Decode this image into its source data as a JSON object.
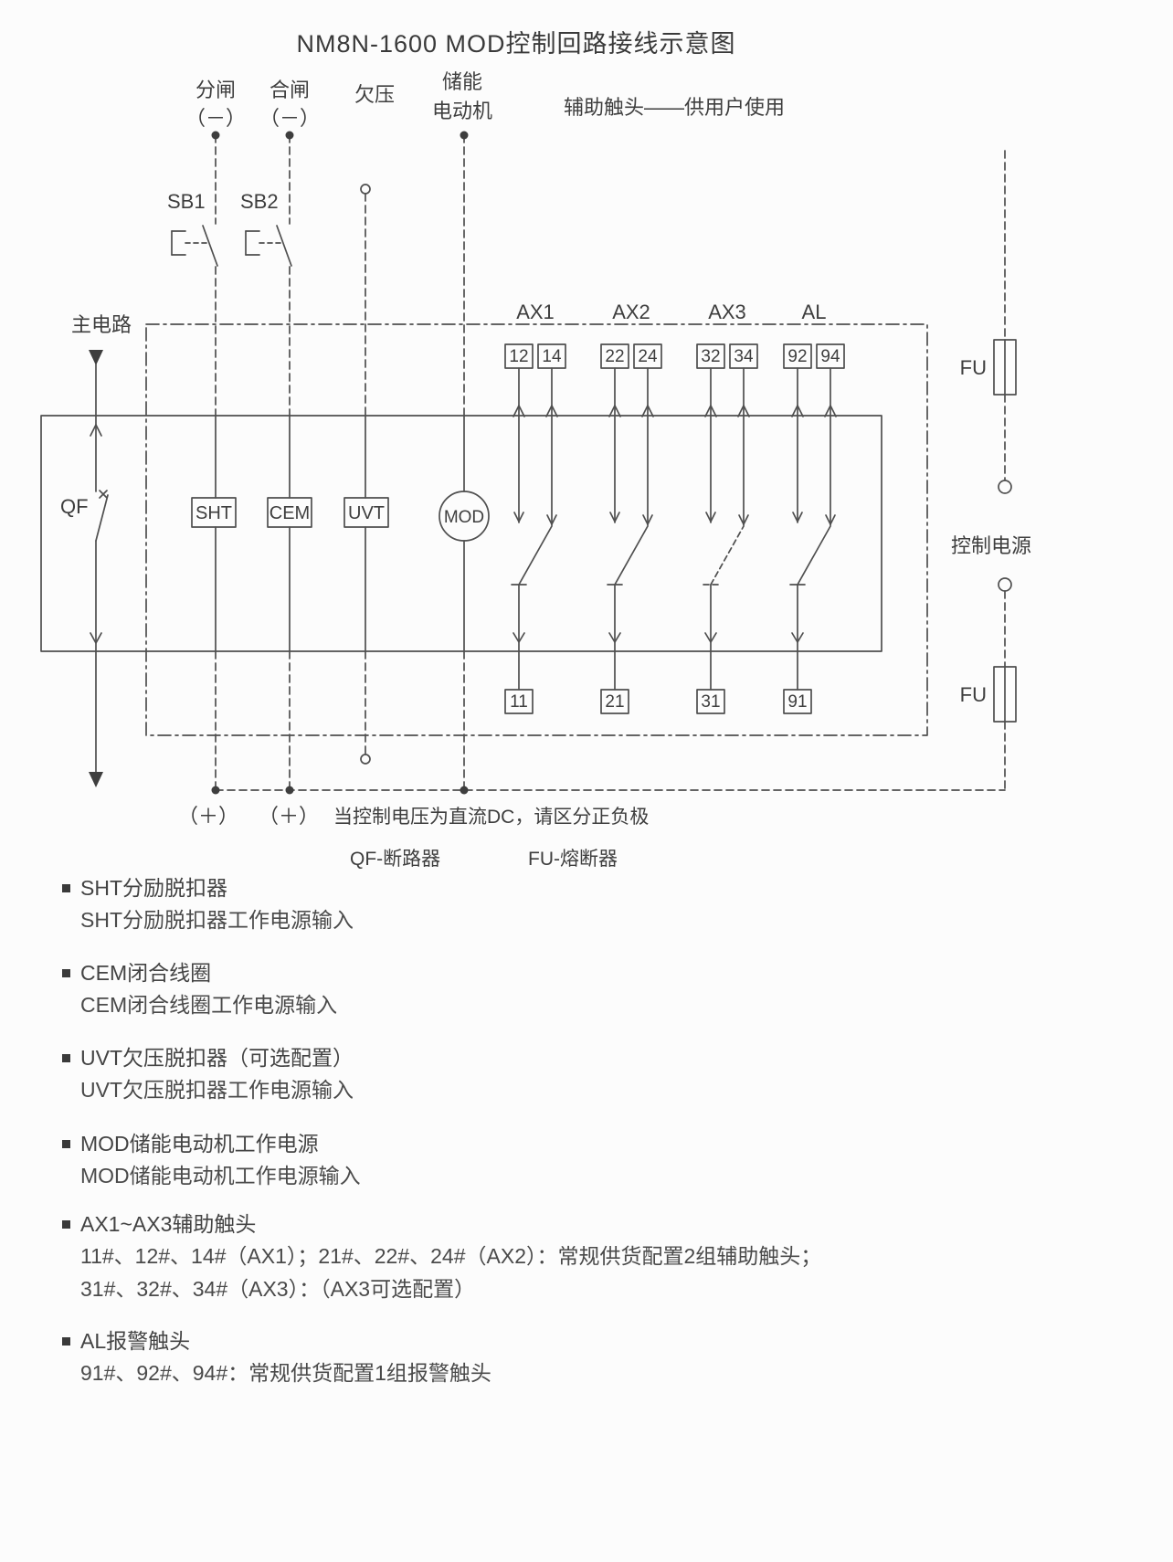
{
  "title": "NM8N-1600 MOD控制回路接线示意图",
  "diagram": {
    "top_labels": {
      "open": "分闸",
      "open_polarity": "（－）",
      "close": "合闸",
      "close_polarity": "（－）",
      "undervoltage": "欠压",
      "storage_line1": "储能",
      "storage_line2": "电动机",
      "aux_note": "辅助触头——供用户使用"
    },
    "buttons": {
      "sb1": "SB1",
      "sb2": "SB2"
    },
    "main_circuit_label": "主电路",
    "components": {
      "qf": "QF",
      "sht": "SHT",
      "cem": "CEM",
      "uvt": "UVT",
      "mod": "MOD"
    },
    "contact_groups": [
      "AX1",
      "AX2",
      "AX3",
      "AL"
    ],
    "top_terminals": [
      "12",
      "14",
      "22",
      "24",
      "32",
      "34",
      "92",
      "94"
    ],
    "bottom_terminals": [
      "11",
      "21",
      "31",
      "91"
    ],
    "fuse_label": "FU",
    "control_power_label": "控制电源",
    "bottom_notes": {
      "plus1": "（＋）",
      "plus2": "（＋）",
      "dc_note": "当控制电压为直流DC，请区分正负极",
      "qf_caption": "QF-断路器",
      "fu_caption": "FU-熔断器"
    }
  },
  "legend": [
    {
      "title": "SHT分励脱扣器",
      "lines": [
        "SHT分励脱扣器工作电源输入"
      ]
    },
    {
      "title": "CEM闭合线圈",
      "lines": [
        "CEM闭合线圈工作电源输入"
      ]
    },
    {
      "title": "UVT欠压脱扣器（可选配置）",
      "lines": [
        "UVT欠压脱扣器工作电源输入"
      ]
    },
    {
      "title": "MOD储能电动机工作电源",
      "lines": [
        "MOD储能电动机工作电源输入"
      ]
    },
    {
      "title": "AX1~AX3辅助触头",
      "lines": [
        "11#、12#、14#（AX1）；21#、22#、24#（AX2）：常规供货配置2组辅助触头；",
        "31#、32#、34#（AX3）：（AX3可选配置）"
      ]
    },
    {
      "title": "AL报警触头",
      "lines": [
        "91#、92#、94#：常规供货配置1组报警触头"
      ]
    }
  ]
}
